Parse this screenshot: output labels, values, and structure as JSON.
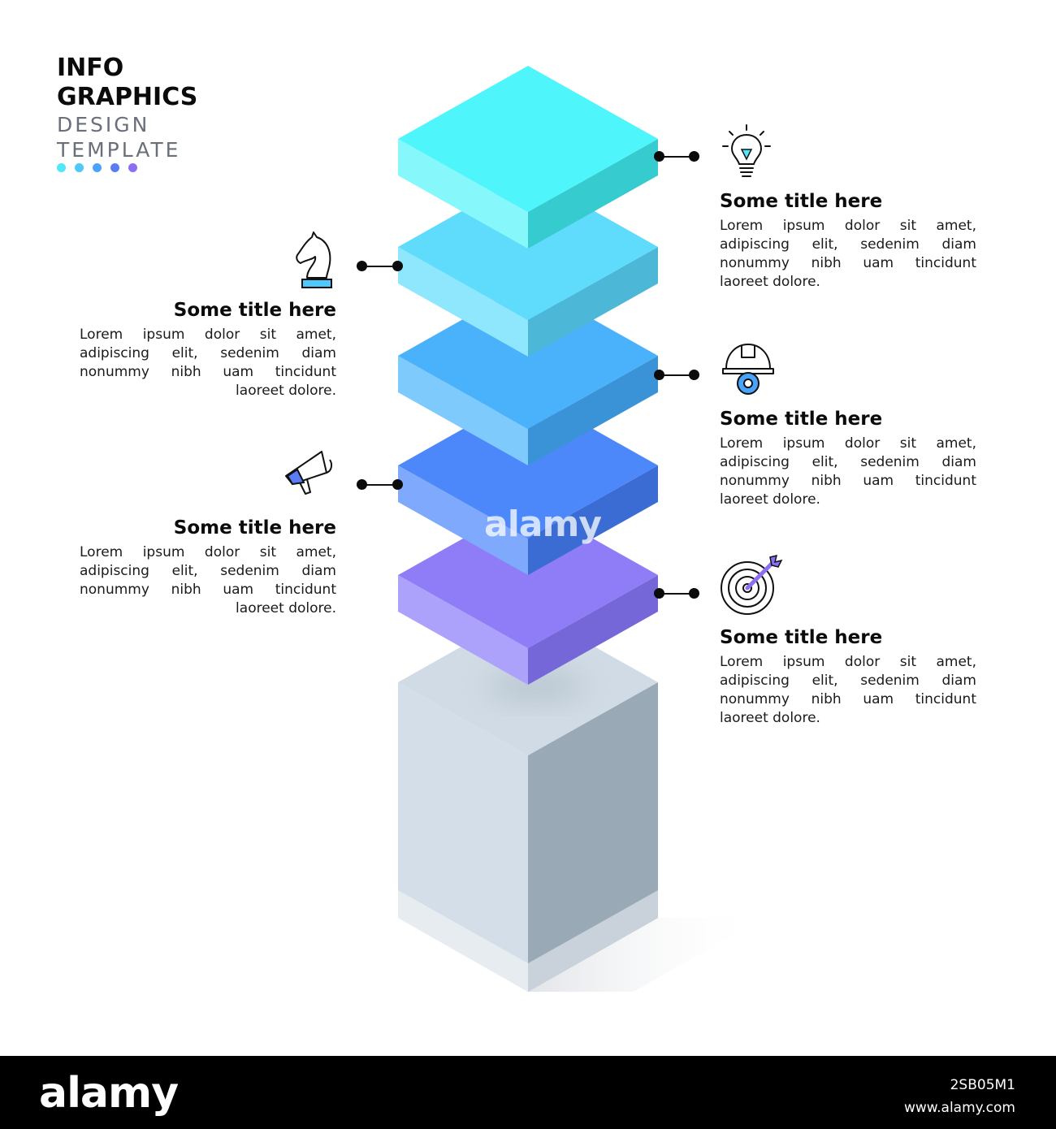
{
  "header": {
    "line1": "INFO",
    "line2": "GRAPHICS",
    "line3": "DESIGN",
    "line4": "TEMPLATE",
    "dot_colors": [
      "#4ee8f9",
      "#4fc8fb",
      "#4aa3fb",
      "#5a7df6",
      "#8b6ef4"
    ]
  },
  "blocks": [
    {
      "name": "level-1",
      "colors": {
        "top": "#4ef5fb",
        "left": "#86f8fc",
        "right": "#36cbce"
      }
    },
    {
      "name": "level-2",
      "colors": {
        "top": "#5fdcfc",
        "left": "#8ee7fd",
        "right": "#4cb7d6"
      }
    },
    {
      "name": "level-3",
      "colors": {
        "top": "#4ab2fb",
        "left": "#7fcafd",
        "right": "#3a93d6"
      }
    },
    {
      "name": "level-4",
      "colors": {
        "top": "#4d88fb",
        "left": "#7ea9fc",
        "right": "#3b6cd4"
      }
    },
    {
      "name": "level-5",
      "colors": {
        "top": "#8f7df8",
        "left": "#ada2fb",
        "right": "#7667d8"
      }
    },
    {
      "name": "base",
      "colors": {
        "top": "#d0dbe5",
        "left": "#d3dee8",
        "right": "#99a9b6"
      }
    }
  ],
  "items": [
    {
      "icon": "lightbulb-icon",
      "title": "Some title here",
      "body": "Lorem ipsum dolor sit amet, adipiscing elit, sedenim diam nonummy nibh uam tincidunt laoreet dolore."
    },
    {
      "icon": "chess-knight-icon",
      "title": "Some title here",
      "body": "Lorem ipsum dolor sit amet, adipiscing elit, sedenim diam nonummy nibh uam tincidunt laoreet dolore."
    },
    {
      "icon": "helmet-gear-icon",
      "title": "Some title here",
      "body": "Lorem ipsum dolor sit amet, adipiscing elit, sedenim diam nonummy nibh uam tincidunt laoreet dolore."
    },
    {
      "icon": "megaphone-icon",
      "title": "Some title here",
      "body": "Lorem ipsum dolor sit amet, adipiscing elit, sedenim diam nonummy nibh uam tincidunt laoreet dolore."
    },
    {
      "icon": "target-arrow-icon",
      "title": "Some title here",
      "body": "Lorem ipsum dolor sit amet, adipiscing elit, sedenim diam nonummy nibh uam tincidunt laoreet dolore."
    }
  ],
  "watermark": {
    "center": "alamy",
    "footer_logo": "alamy",
    "image_id": "2SB05M1",
    "site": "www.alamy.com"
  }
}
